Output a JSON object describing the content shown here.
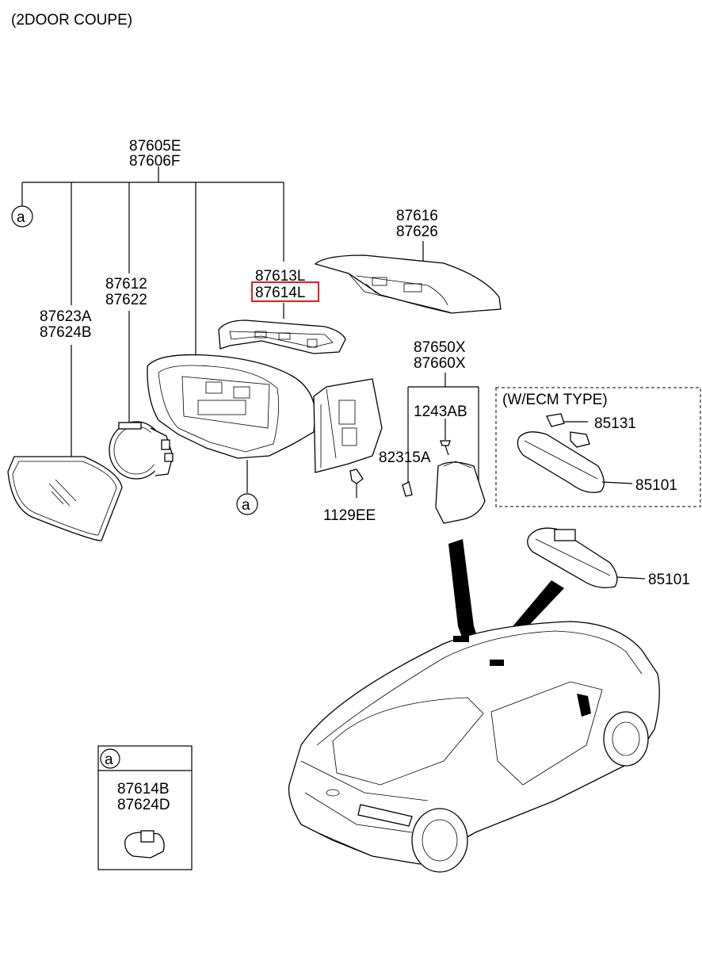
{
  "title": "(2DOOR COUPE)",
  "labels": {
    "assy_1": "87605E",
    "assy_2": "87606F",
    "cover_1": "87616",
    "cover_2": "87626",
    "lamp_1": "87613L",
    "lamp_2": "87614L",
    "actuator_1": "87612",
    "actuator_2": "87622",
    "glass_1": "87623A",
    "glass_2": "87624B",
    "trim_1": "87650X",
    "trim_2": "87660X",
    "screw": "1243AB",
    "clip": "82315A",
    "bolt": "1129EE",
    "ecm_title": "(W/ECM TYPE)",
    "ecm_bracket": "85131",
    "ecm_mirror": "85101",
    "inside_mirror": "85101",
    "ref_a": "a",
    "detail_1": "87614B",
    "detail_2": "87624D"
  },
  "highlighted_part": "87614L",
  "colors": {
    "highlight": "#e0201c",
    "line": "#000000"
  }
}
